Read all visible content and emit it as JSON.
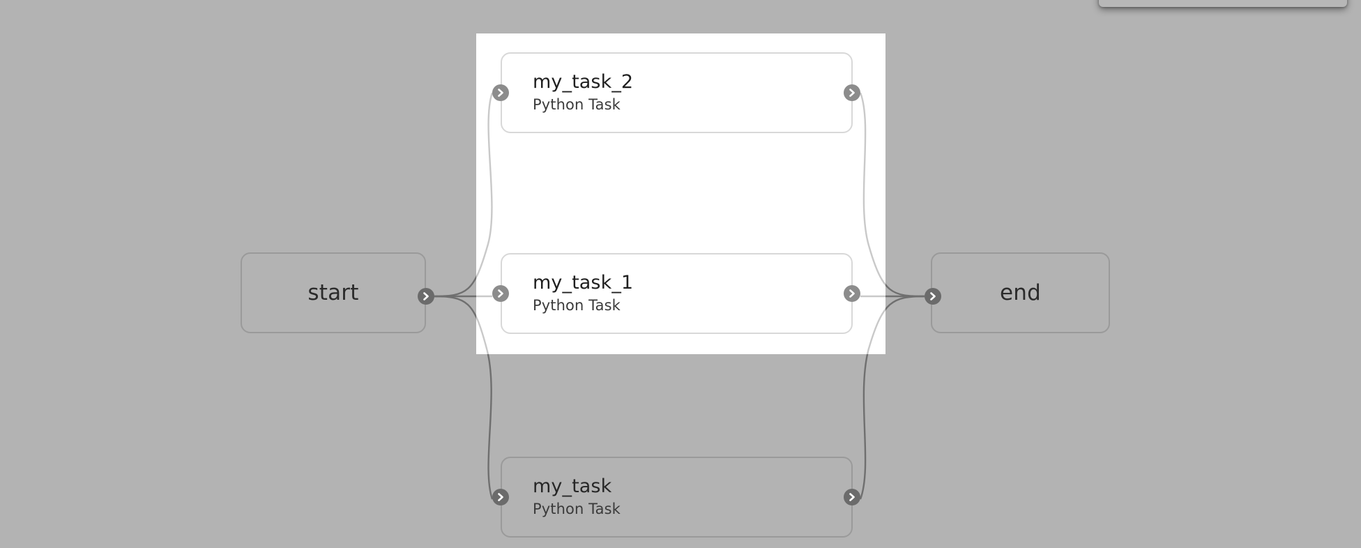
{
  "canvas": {
    "background_color": "#b3b3b3",
    "spotlight_color": "#ffffff",
    "edge_color_dim": "#6f6f6f",
    "edge_color_lit": "#c9c9c9",
    "node_border_color": "#9a9a9a",
    "node_border_color_lit": "#d8d8d8",
    "handle_color": "#6b6b6b",
    "handle_color_lit": "#8c8c8c"
  },
  "graph": {
    "nodes": [
      {
        "id": "start",
        "kind": "terminal",
        "title": "start",
        "subtitle": "",
        "lit": false
      },
      {
        "id": "my_task_2",
        "kind": "task",
        "title": "my_task_2",
        "subtitle": "Python Task",
        "lit": true
      },
      {
        "id": "my_task_1",
        "kind": "task",
        "title": "my_task_1",
        "subtitle": "Python Task",
        "lit": true
      },
      {
        "id": "my_task",
        "kind": "task",
        "title": "my_task",
        "subtitle": "Python Task",
        "lit": false
      },
      {
        "id": "end",
        "kind": "terminal",
        "title": "end",
        "subtitle": "",
        "lit": false
      }
    ],
    "edges": [
      {
        "from": "start",
        "to": "my_task_2"
      },
      {
        "from": "start",
        "to": "my_task_1"
      },
      {
        "from": "start",
        "to": "my_task"
      },
      {
        "from": "my_task_2",
        "to": "end"
      },
      {
        "from": "my_task_1",
        "to": "end"
      },
      {
        "from": "my_task",
        "to": "end"
      }
    ]
  },
  "handles": {
    "chevron_icon": "chevron-right-icon"
  },
  "top_panel": {
    "visible": true
  }
}
